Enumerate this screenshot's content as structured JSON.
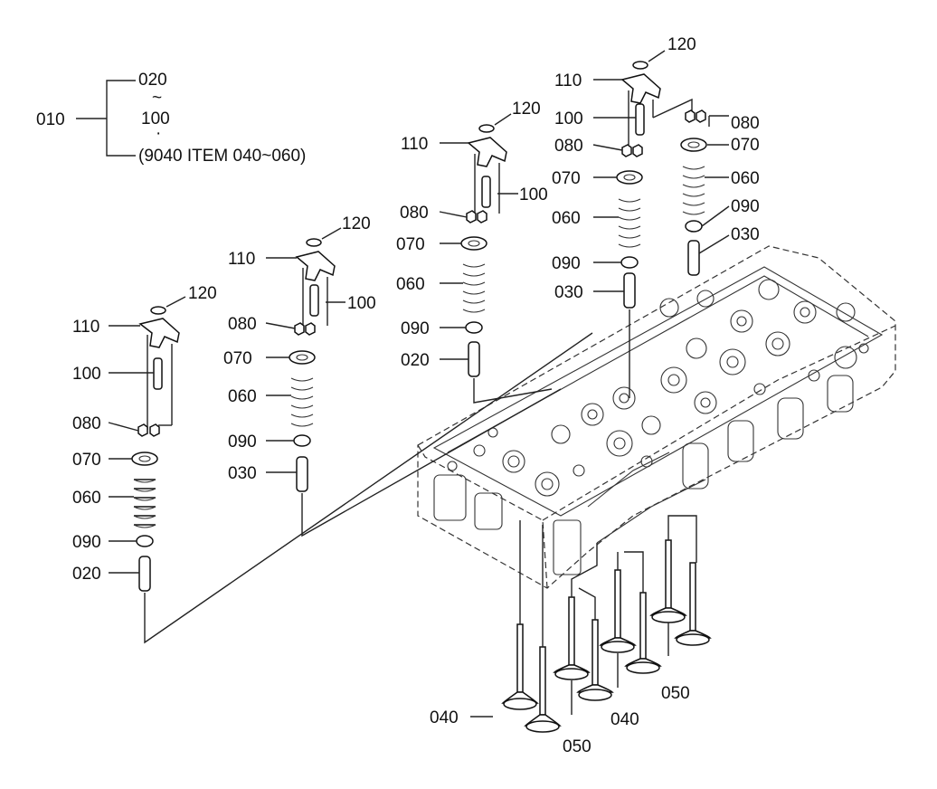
{
  "legend": {
    "assembly_no": "010",
    "range_start": "020",
    "tilde": "~",
    "range_end": "100",
    "dot": "·",
    "note": "(9040 ITEM 040~060)"
  },
  "callouts": {
    "c1_120": "120",
    "c1_110": "110",
    "c1_100": "100",
    "c1_080": "080",
    "c1_070": "070",
    "c1_060": "060",
    "c1_090": "090",
    "c1_020": "020",
    "c2_120": "120",
    "c2_110": "110",
    "c2_100": "100",
    "c2_080": "080",
    "c2_070": "070",
    "c2_060": "060",
    "c2_090": "090",
    "c2_030": "030",
    "c3_120": "120",
    "c3_110": "110",
    "c3_100": "100",
    "c3_080": "080",
    "c3_070": "070",
    "c3_060": "060",
    "c3_090": "090",
    "c3_020": "020",
    "c4_120": "120",
    "c4_110": "110",
    "c4_100": "100",
    "c4_080": "080",
    "c4_070": "070",
    "c4_060": "060",
    "c4_090": "090",
    "c4_030": "030",
    "c5_080": "080",
    "c5_070": "070",
    "c5_060": "060",
    "c5_090": "090",
    "c5_030": "030",
    "v_040a": "040",
    "v_050a": "050",
    "v_040b": "040",
    "v_050b": "050"
  }
}
